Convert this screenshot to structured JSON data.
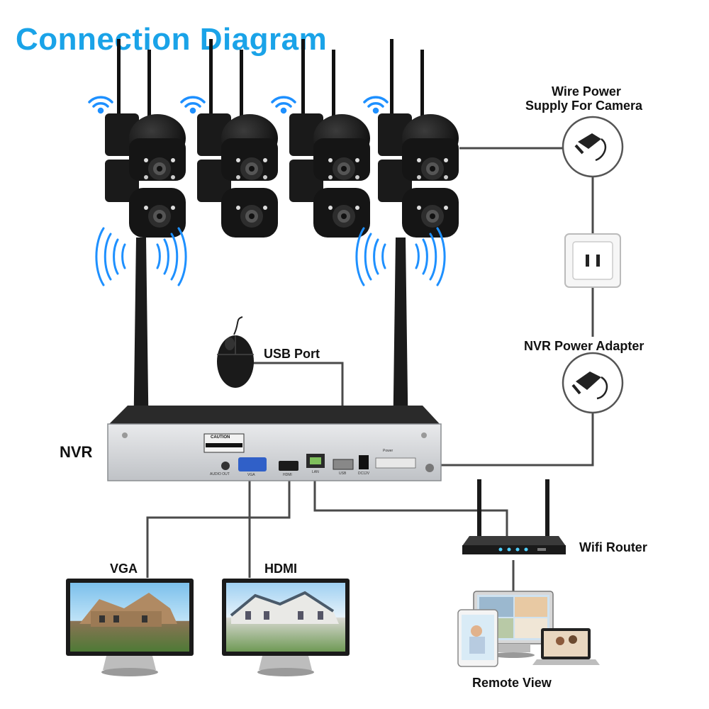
{
  "title": "Connection Diagram",
  "colors": {
    "title": "#1aa3e8",
    "title_outline": "#ffffff",
    "wifi": "#1e90ff",
    "line": "#4a4a4a",
    "device": "#1b1b1b"
  },
  "labels": {
    "wire_power_line1": "Wire Power",
    "wire_power_line2": "Supply For Camera",
    "nvr_power_adapter": "NVR Power Adapter",
    "usb_port": "USB Port",
    "nvr": "NVR",
    "wifi_router": "Wifi Router",
    "vga": "VGA",
    "hdmi": "HDMI",
    "remote_view": "Remote View"
  },
  "nvr_panel": {
    "caution": "CAUTION",
    "audio_out": "AUDIO OUT",
    "vga_port": "VGA",
    "hdmi_port": "HDMI",
    "lan_port": "LAN",
    "usb_port": "USB",
    "dc_port": "DC12V",
    "power_mark": "Power"
  },
  "cameras": [
    {
      "name": "camera-1"
    },
    {
      "name": "camera-2"
    },
    {
      "name": "camera-3"
    },
    {
      "name": "camera-4"
    }
  ],
  "icons": [
    "wifi-signal-icon",
    "camera-icon",
    "power-adapter-icon",
    "wall-socket-icon",
    "mouse-icon",
    "router-icon",
    "monitor-icon",
    "laptop-icon",
    "tablet-icon"
  ]
}
